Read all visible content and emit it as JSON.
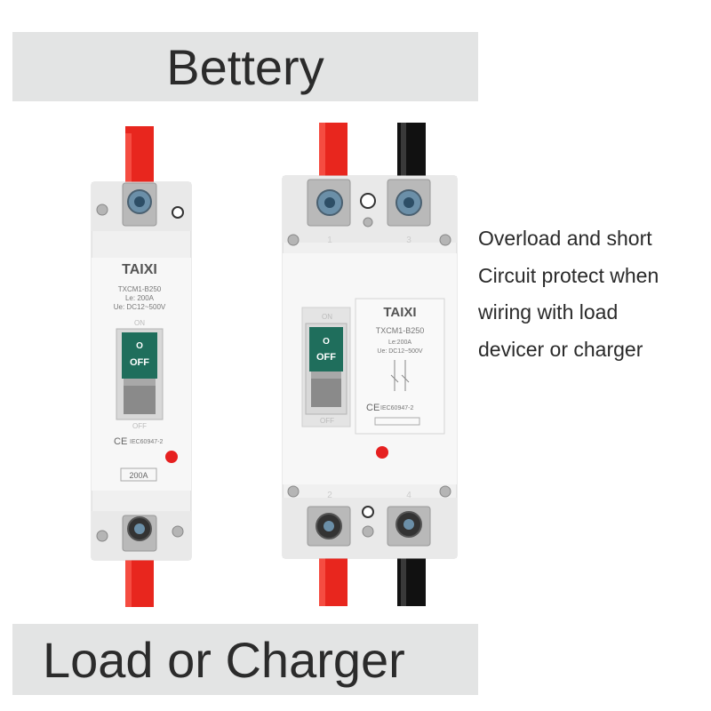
{
  "banner_top": {
    "text": "Bettery"
  },
  "banner_bottom": {
    "text": "Load or Charger"
  },
  "description": {
    "lines": [
      "Overload and short",
      "Circuit protect when",
      "wiring with load",
      "devicer or charger"
    ]
  },
  "breaker_single": {
    "brand": "TAIXI",
    "model": "TXCM1-B250",
    "rating_line": "Le: 200A",
    "voltage_line": "Ue: DC12~500V",
    "on_label": "ON",
    "off_label": "OFF",
    "handle_label": "OFF",
    "handle_symbol": "O",
    "cert": "IEC60947-2",
    "ce_mark": "CE",
    "rating_badge": "200A"
  },
  "breaker_double": {
    "brand": "TAIXI",
    "model": "TXCM1-B250",
    "rating_line": "Le:200A",
    "voltage_line": "Ue: DC12~500V",
    "on_label": "ON",
    "off_label": "OFF",
    "handle_label": "OFF",
    "handle_symbol": "O",
    "cert": "IEC60947-2",
    "ce_mark": "CE",
    "terminal_top_left": "1",
    "terminal_top_right": "3",
    "terminal_bottom_left": "2",
    "terminal_bottom_right": "4"
  },
  "colors": {
    "wire_red": "#e8261e",
    "wire_black": "#111111",
    "body": "#f2f2f2",
    "handle_green": "#1f6e5c",
    "banner_bg": "#e3e4e4",
    "indicator": "#e62020"
  }
}
